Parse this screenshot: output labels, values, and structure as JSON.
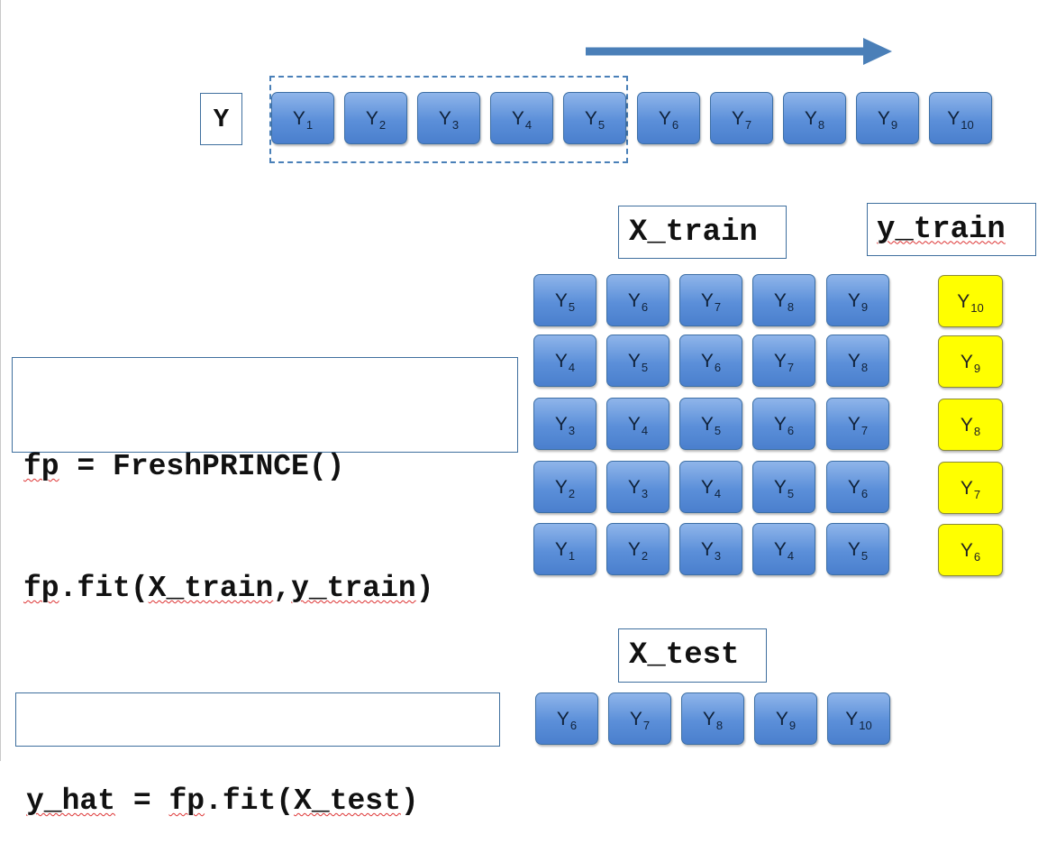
{
  "series_label": "Y",
  "series": [
    {
      "base": "Y",
      "sub": "1"
    },
    {
      "base": "Y",
      "sub": "2"
    },
    {
      "base": "Y",
      "sub": "3"
    },
    {
      "base": "Y",
      "sub": "4"
    },
    {
      "base": "Y",
      "sub": "5"
    },
    {
      "base": "Y",
      "sub": "6"
    },
    {
      "base": "Y",
      "sub": "7"
    },
    {
      "base": "Y",
      "sub": "8"
    },
    {
      "base": "Y",
      "sub": "9"
    },
    {
      "base": "Y",
      "sub": "10"
    }
  ],
  "x_train_label": "X_train",
  "y_train_label": "y_train",
  "x_train_rows": [
    [
      "5",
      "6",
      "7",
      "8",
      "9"
    ],
    [
      "4",
      "5",
      "6",
      "7",
      "8"
    ],
    [
      "3",
      "4",
      "5",
      "6",
      "7"
    ],
    [
      "2",
      "3",
      "4",
      "5",
      "6"
    ],
    [
      "1",
      "2",
      "3",
      "4",
      "5"
    ]
  ],
  "y_train_values": [
    "10",
    "9",
    "8",
    "7",
    "6"
  ],
  "x_test_label": "X_test",
  "x_test_row": [
    "6",
    "7",
    "8",
    "9",
    "10"
  ],
  "code_fit": {
    "line1": "fp = FreshPRINCE()",
    "line2": "fp.fit(X_train,y_train)"
  },
  "code_predict": "y_hat = fp.fit(X_test)",
  "colors": {
    "cell_blue": "#5b8fd9",
    "cell_yellow": "#ffff00",
    "arrow": "#4a7fb8",
    "box_border": "#3f6f9e"
  }
}
